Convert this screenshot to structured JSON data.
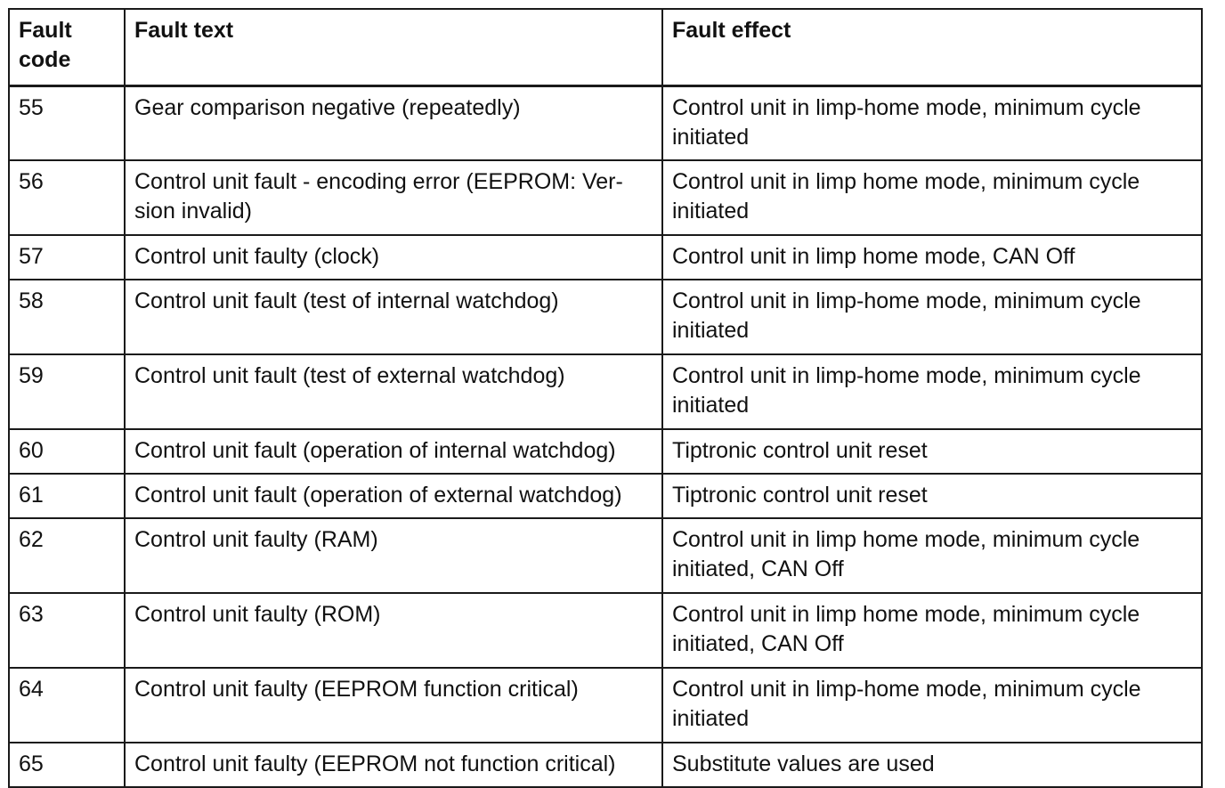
{
  "headers": {
    "code": "Fault\ncode",
    "text": "Fault text",
    "effect": "Fault effect"
  },
  "rows": [
    {
      "code": "55",
      "text": "Gear comparison negative (repeatedly)",
      "effect": "Control unit in limp-home mode, minimum cycle initiated"
    },
    {
      "code": "56",
      "text": "Control unit fault - encoding error (EEPROM: Ver-sion invalid)",
      "effect": "Control unit in limp home mode, minimum cycle initiated"
    },
    {
      "code": "57",
      "text": "Control unit faulty (clock)",
      "effect": "Control unit in limp home mode, CAN Off"
    },
    {
      "code": "58",
      "text": "Control unit fault (test of internal watchdog)",
      "effect": "Control unit in limp-home mode, minimum cycle initiated"
    },
    {
      "code": "59",
      "text": "Control unit fault (test of external watchdog)",
      "effect": "Control unit in limp-home mode, minimum cycle initiated"
    },
    {
      "code": "60",
      "text": "Control unit fault (operation of internal watchdog)",
      "effect": "Tiptronic control unit reset"
    },
    {
      "code": "61",
      "text": "Control unit fault (operation of external watchdog)",
      "effect": "Tiptronic control unit reset"
    },
    {
      "code": "62",
      "text": "Control unit faulty (RAM)",
      "effect": "Control unit in limp home mode, minimum cycle initiated, CAN Off"
    },
    {
      "code": "63",
      "text": "Control unit faulty (ROM)",
      "effect": "Control unit in limp home mode, minimum cycle initiated, CAN Off"
    },
    {
      "code": "64",
      "text": "Control unit faulty (EEPROM function critical)",
      "effect": "Control unit in limp-home mode, minimum cycle initiated"
    },
    {
      "code": "65",
      "text": "Control unit faulty (EEPROM not function critical)",
      "effect": "Substitute values are used"
    }
  ]
}
